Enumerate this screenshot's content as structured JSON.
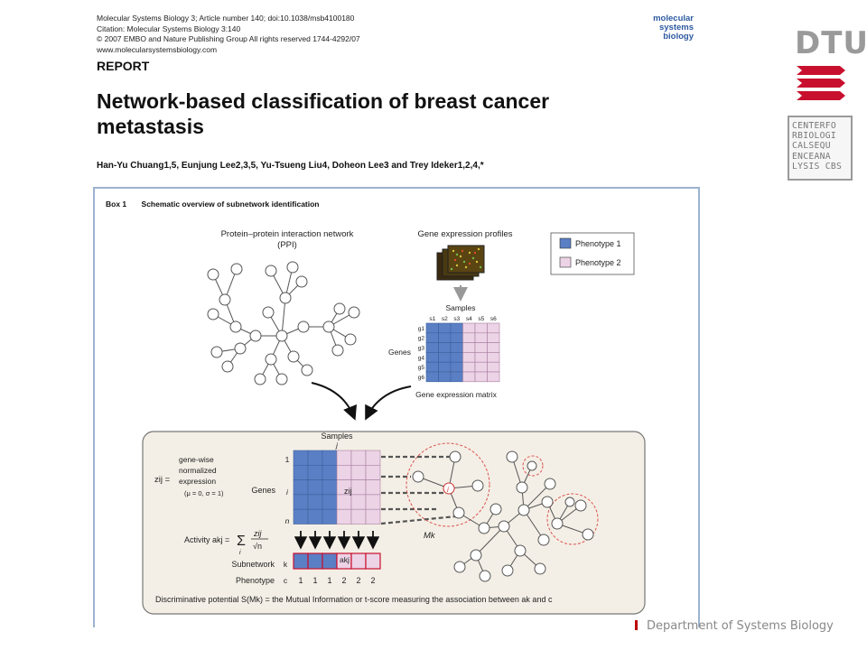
{
  "article": {
    "header_lines": [
      "Molecular Systems Biology 3; Article number 140; doi:10.1038/msb4100180",
      "Citation: Molecular Systems Biology 3:140",
      "© 2007 EMBO and Nature Publishing Group   All rights reserved 1744-4292/07",
      "www.molecularsystemsbiology.com"
    ],
    "journal_logo": [
      "molecular",
      "systems",
      "biology"
    ],
    "section": "REPORT",
    "title": "Network-based classification of breast cancer metastasis",
    "authors": "Han-Yu Chuang1,5, Eunjung Lee2,3,5, Yu-Tsueng Liu4, Doheon Lee3 and Trey Ideker1,2,4,*"
  },
  "box": {
    "number": "Box 1",
    "title": "Schematic overview of subnetwork identification",
    "ppi_label_1": "Protein–protein interaction network",
    "ppi_label_2": "(PPI)",
    "gene_expr_profiles": "Gene expression profiles",
    "legend": {
      "phenotype1": "Phenotype 1",
      "phenotype2": "Phenotype 2"
    },
    "samples": "Samples",
    "sample_ids": [
      "s1",
      "s2",
      "s3",
      "s4",
      "s5",
      "s6"
    ],
    "gene_ids": [
      "g1",
      "g2",
      "g3",
      "g4",
      "g5",
      "g6"
    ],
    "genes": "Genes",
    "matrix_caption": "Gene expression matrix",
    "bottom": {
      "samples": "Samples",
      "j": "j",
      "zij": "zij =",
      "zdesc_1": "gene-wise",
      "zdesc_2": "normalized",
      "zdesc_3": "expression",
      "zdesc_4": "(μ = 0, σ = 1)",
      "genes": "Genes",
      "row_1": "1",
      "row_i": "i",
      "row_n": "n",
      "cell_label": "zij",
      "activity": "Activity akj =",
      "formula_sum": "Σ",
      "formula_sub": "i",
      "formula_num": "zij",
      "formula_den": "√n",
      "subnetwork": "Subnetwork",
      "k": "k",
      "akj": "akj",
      "phenotype": "Phenotype",
      "c": "c",
      "phenotype_values": [
        "1",
        "1",
        "1",
        "2",
        "2",
        "2"
      ],
      "mk": "Mk",
      "node_i": "i",
      "discriminative": "Discriminative potential  S(Mk) = the Mutual Information or t-score measuring the association between ak and c"
    }
  },
  "branding": {
    "dtu": "DTU",
    "cbs_lines": [
      "CENTERFO",
      "RBIOLOGI",
      "CALSEQU",
      "ENCEANA",
      "LYSIS CBS"
    ],
    "footer": "Department of Systems Biology"
  },
  "colors": {
    "phenotype1": "#5b7fc4",
    "phenotype2": "#ecd3e6",
    "panel_bg": "#f4efe6",
    "module_red": "#d9534f",
    "dtu_red": "#c8102e"
  }
}
